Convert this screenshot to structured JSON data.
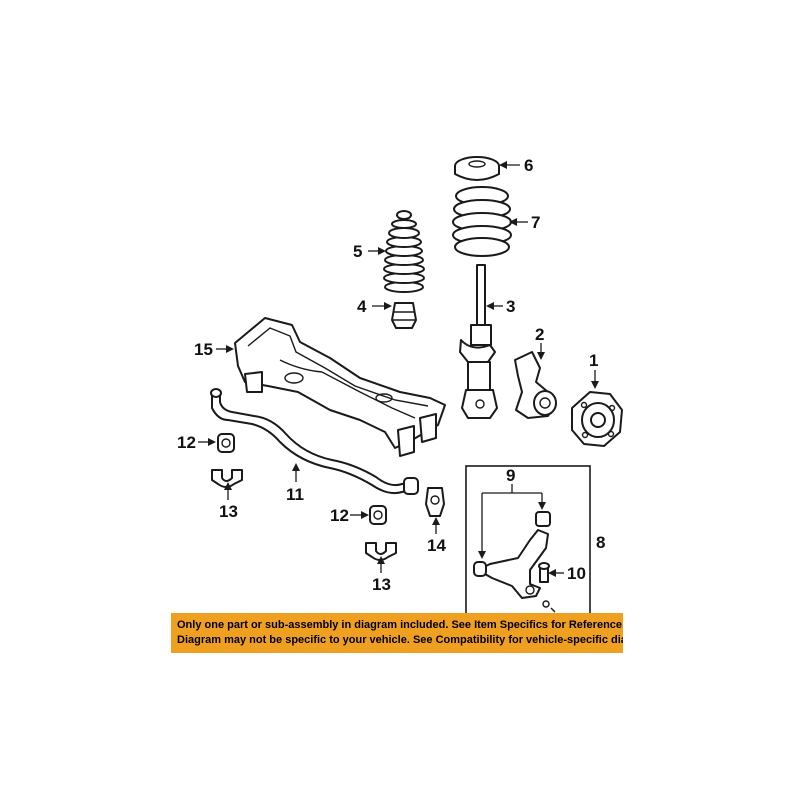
{
  "diagram": {
    "callouts": {
      "c1": "1",
      "c2": "2",
      "c3": "3",
      "c4": "4",
      "c5": "5",
      "c6": "6",
      "c7": "7",
      "c8": "8",
      "c9": "9",
      "c10": "10",
      "c11": "11",
      "c12a": "12",
      "c12b": "12",
      "c13a": "13",
      "c13b": "13",
      "c14": "14",
      "c15": "15"
    }
  },
  "disclaimer": {
    "line1": "Only one part or sub-assembly in diagram included. See Item Specifics for Reference #.",
    "line2": "Diagram may not be specific to your vehicle. See Compatibility for vehicle-specific diagrams."
  },
  "colors": {
    "banner": "#f0a020",
    "ink": "#1a1a1a",
    "background": "#ffffff"
  }
}
